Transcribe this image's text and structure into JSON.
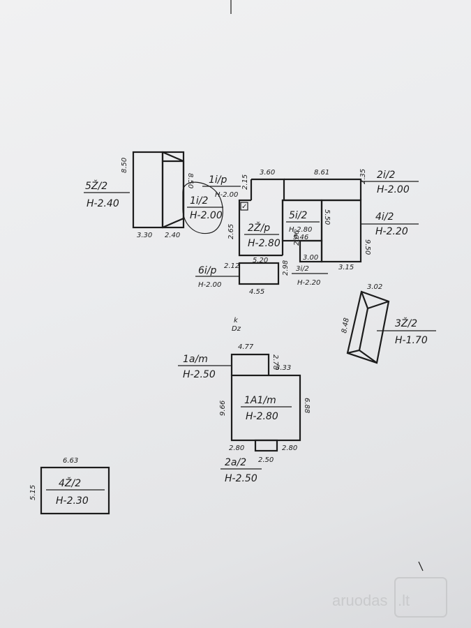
{
  "buildings": [
    {
      "key": "b5",
      "label": "5Ž/2",
      "height": "H-2.40",
      "dims": [
        "8.50",
        "8.50",
        "3.30",
        "2.40"
      ]
    },
    {
      "key": "b1i",
      "label": "1i/p",
      "height": "H-2.00",
      "dims": []
    },
    {
      "key": "b1i2",
      "label": "1i/2",
      "height": "H-2.00",
      "dims": []
    },
    {
      "key": "b2z",
      "label": "2Ž/p",
      "height": "H-2.80",
      "dims": [
        "3.60",
        "2.65",
        "5.20",
        "2.15"
      ]
    },
    {
      "key": "b5i",
      "label": "5i/2",
      "height": "H-2.80",
      "dims": [
        "5.46",
        "5.50"
      ]
    },
    {
      "key": "b2i",
      "label": "2i/2",
      "height": "H-2.00",
      "dims": [
        "8.61",
        "2.35"
      ]
    },
    {
      "key": "b4i",
      "label": "4i/2",
      "height": "H-2.20",
      "dims": [
        "9.50",
        "3.15"
      ]
    },
    {
      "key": "b6i",
      "label": "6i/p",
      "height": "H-2.00",
      "dims": [
        "2.12",
        "4.55",
        "2.98"
      ]
    },
    {
      "key": "b3i",
      "label": "3i/2",
      "height": "H-2.20",
      "dims": [
        "3.00",
        "2.06"
      ]
    },
    {
      "key": "b3z",
      "label": "3Ž/2",
      "height": "H-1.70",
      "dims": [
        "3.02",
        "8.48"
      ]
    },
    {
      "key": "b1a",
      "label": "1a/m",
      "height": "H-2.50",
      "dims": [
        "4.77",
        "2.78",
        "3.33"
      ]
    },
    {
      "key": "b1A",
      "label": "1A1/m",
      "height": "H-2.80",
      "dims": [
        "9.66",
        "6.88",
        "2.80",
        "2.80"
      ]
    },
    {
      "key": "b2a",
      "label": "2a/2",
      "height": "H-2.50",
      "dims": [
        "2.50"
      ]
    },
    {
      "key": "b4z",
      "label": "4Ž/2",
      "height": "H-2.30",
      "dims": [
        "6.63",
        "5.15"
      ]
    }
  ],
  "misc": {
    "north_mark": "k",
    "north_sub": "Dz",
    "checkbox_mark": "✓"
  },
  "watermark": {
    "brand": "aruodas",
    "tld": ".lt"
  }
}
